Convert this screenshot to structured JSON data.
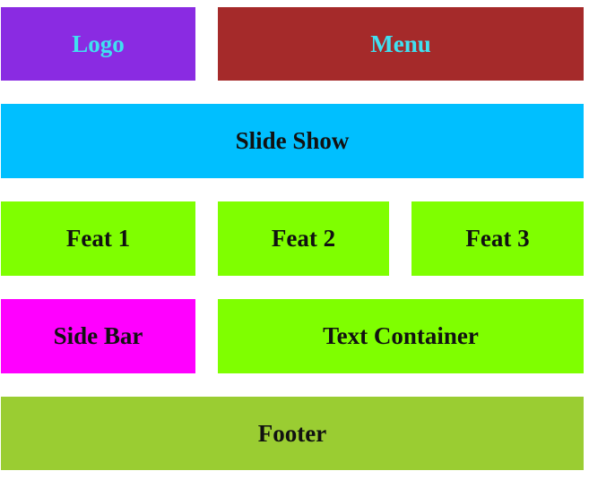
{
  "header": {
    "logo": {
      "label": "Logo",
      "bg": "#8a2be2",
      "color": "#40e0f0"
    },
    "menu": {
      "label": "Menu",
      "bg": "#a52a2a",
      "color": "#40e0f0"
    }
  },
  "slideshow": {
    "label": "Slide Show",
    "bg": "#00bfff"
  },
  "features": [
    {
      "label": "Feat 1",
      "bg": "#7fff00"
    },
    {
      "label": "Feat 2",
      "bg": "#7fff00"
    },
    {
      "label": "Feat 3",
      "bg": "#7fff00"
    }
  ],
  "sidebar": {
    "label": "Side Bar",
    "bg": "#ff00ff"
  },
  "text_container": {
    "label": "Text Container",
    "bg": "#7fff00"
  },
  "footer": {
    "label": "Footer",
    "bg": "#9acd32"
  }
}
